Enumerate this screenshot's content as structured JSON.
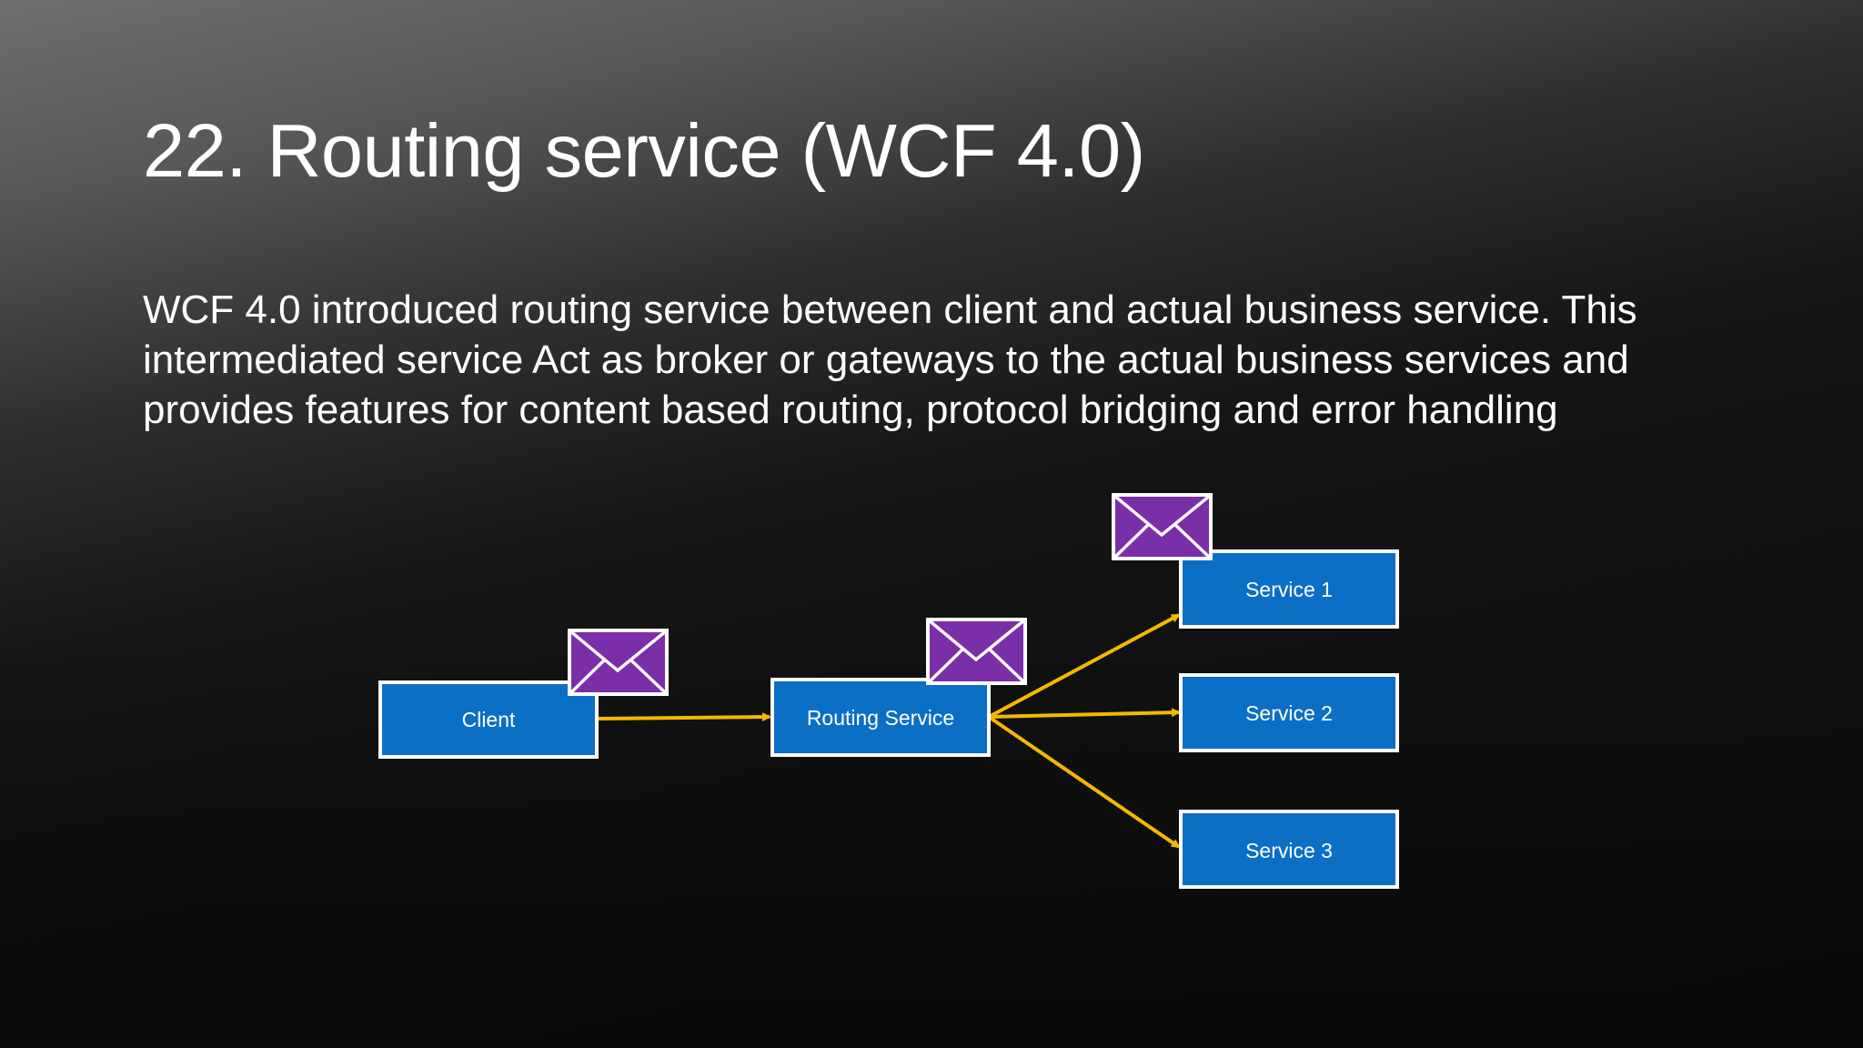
{
  "slide": {
    "title": "22. Routing service (WCF 4.0)",
    "body": "WCF 4.0 introduced routing service between client and actual business service. This intermediated service Act as broker or gateways to the actual business services and provides features for content based routing, protocol bridging and error handling"
  },
  "diagram": {
    "nodes": {
      "client": "Client",
      "routing_service": "Routing Service",
      "service_1": "Service 1",
      "service_2": "Service 2",
      "service_3": "Service 3"
    },
    "edges": [
      {
        "from": "Client",
        "to": "Routing Service"
      },
      {
        "from": "Routing Service",
        "to": "Service 1"
      },
      {
        "from": "Routing Service",
        "to": "Service 2"
      },
      {
        "from": "Routing Service",
        "to": "Service 3"
      }
    ],
    "message_icon": "envelope-icon"
  },
  "colors": {
    "box_fill": "#0b6fc6",
    "box_border": "#ffffff",
    "arrow": "#f5b800",
    "envelope": "#7a2ea8",
    "text": "#ffffff"
  }
}
